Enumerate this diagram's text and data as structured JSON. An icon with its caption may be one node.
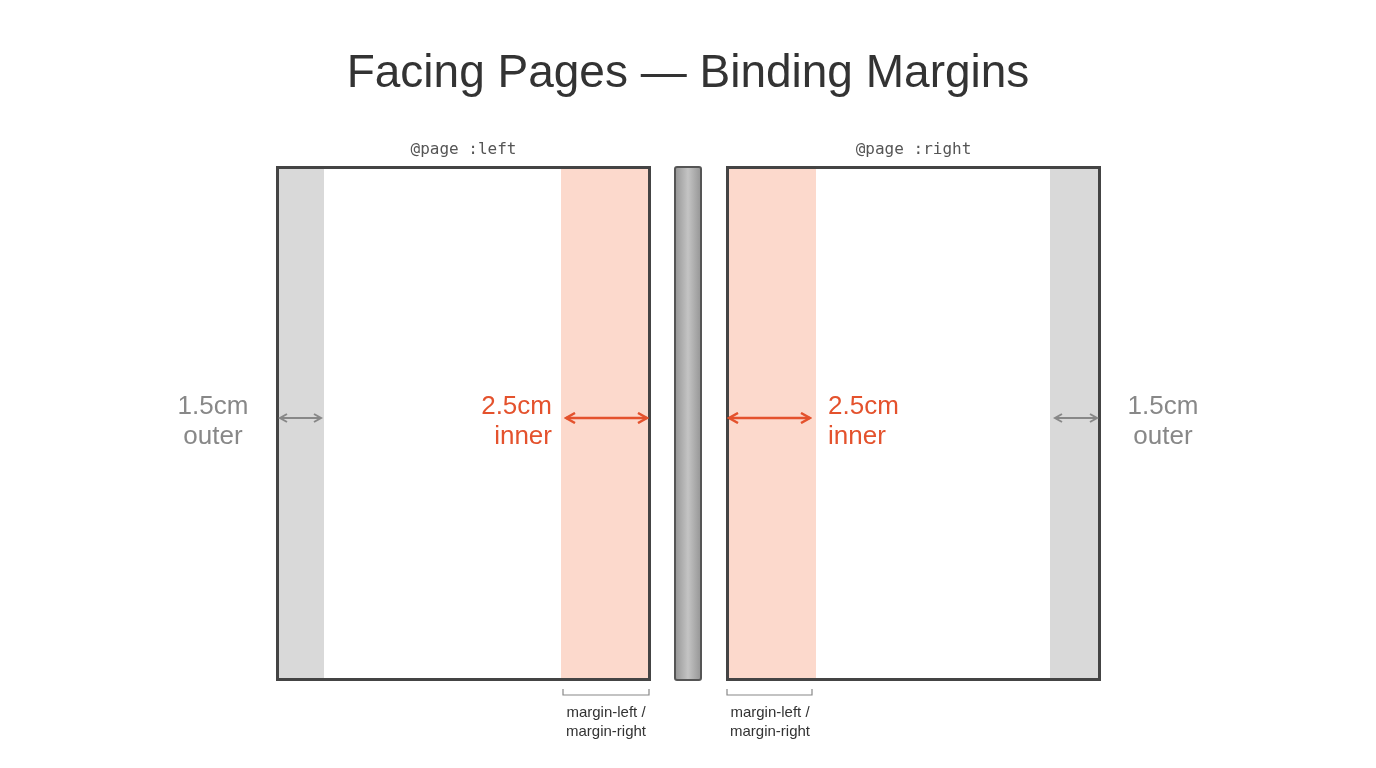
{
  "diagram": {
    "title": "Facing Pages — Binding Margins",
    "nodes": [
      {
        "text": [
          "@page :left"
        ]
      },
      {
        "text": [],
        "shape": "bar"
      },
      {
        "text": [
          "@page :right"
        ]
      }
    ],
    "edges": [],
    "labels": [
      "1.5cm outer",
      "2.5cm inner",
      "2.5cm inner",
      "1.5cm outer",
      "margin-left / margin-right",
      "margin-left / margin-right"
    ]
  }
}
